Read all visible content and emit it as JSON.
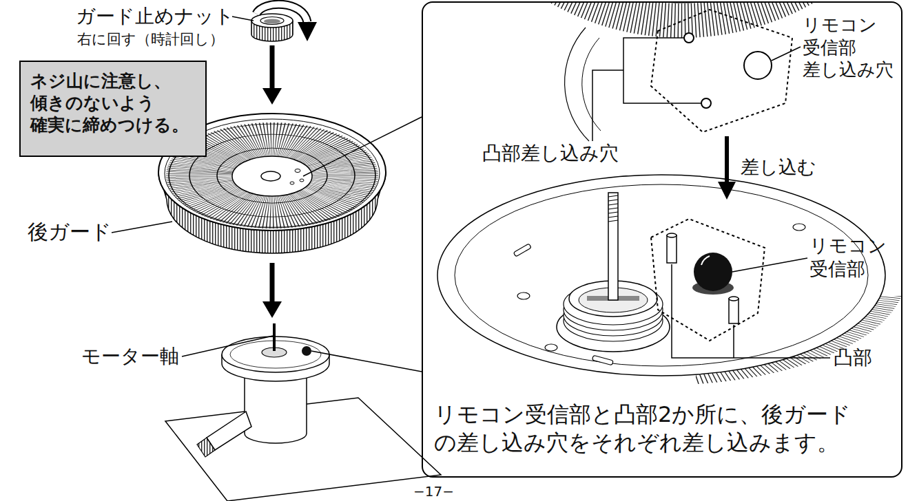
{
  "diagram": {
    "nodes": [
      {
        "text": [
          "ネジ山に注意し、 傾きのないよう 確実に締めつける。"
        ]
      },
      {
        "text": [
          "リモコン受信部と凸部2か所に、後ガード の差し込み穴をそれぞれ差し込みます。"
        ]
      }
    ],
    "labels": [
      "ガード止めナット",
      "右に回す（時計回し）",
      "後ガード",
      "モーター軸",
      "リモコン 受信部 差し込み穴",
      "凸部差し込み穴",
      "差し込む",
      "リモコン 受信部",
      "凸部",
      "−17−"
    ]
  }
}
